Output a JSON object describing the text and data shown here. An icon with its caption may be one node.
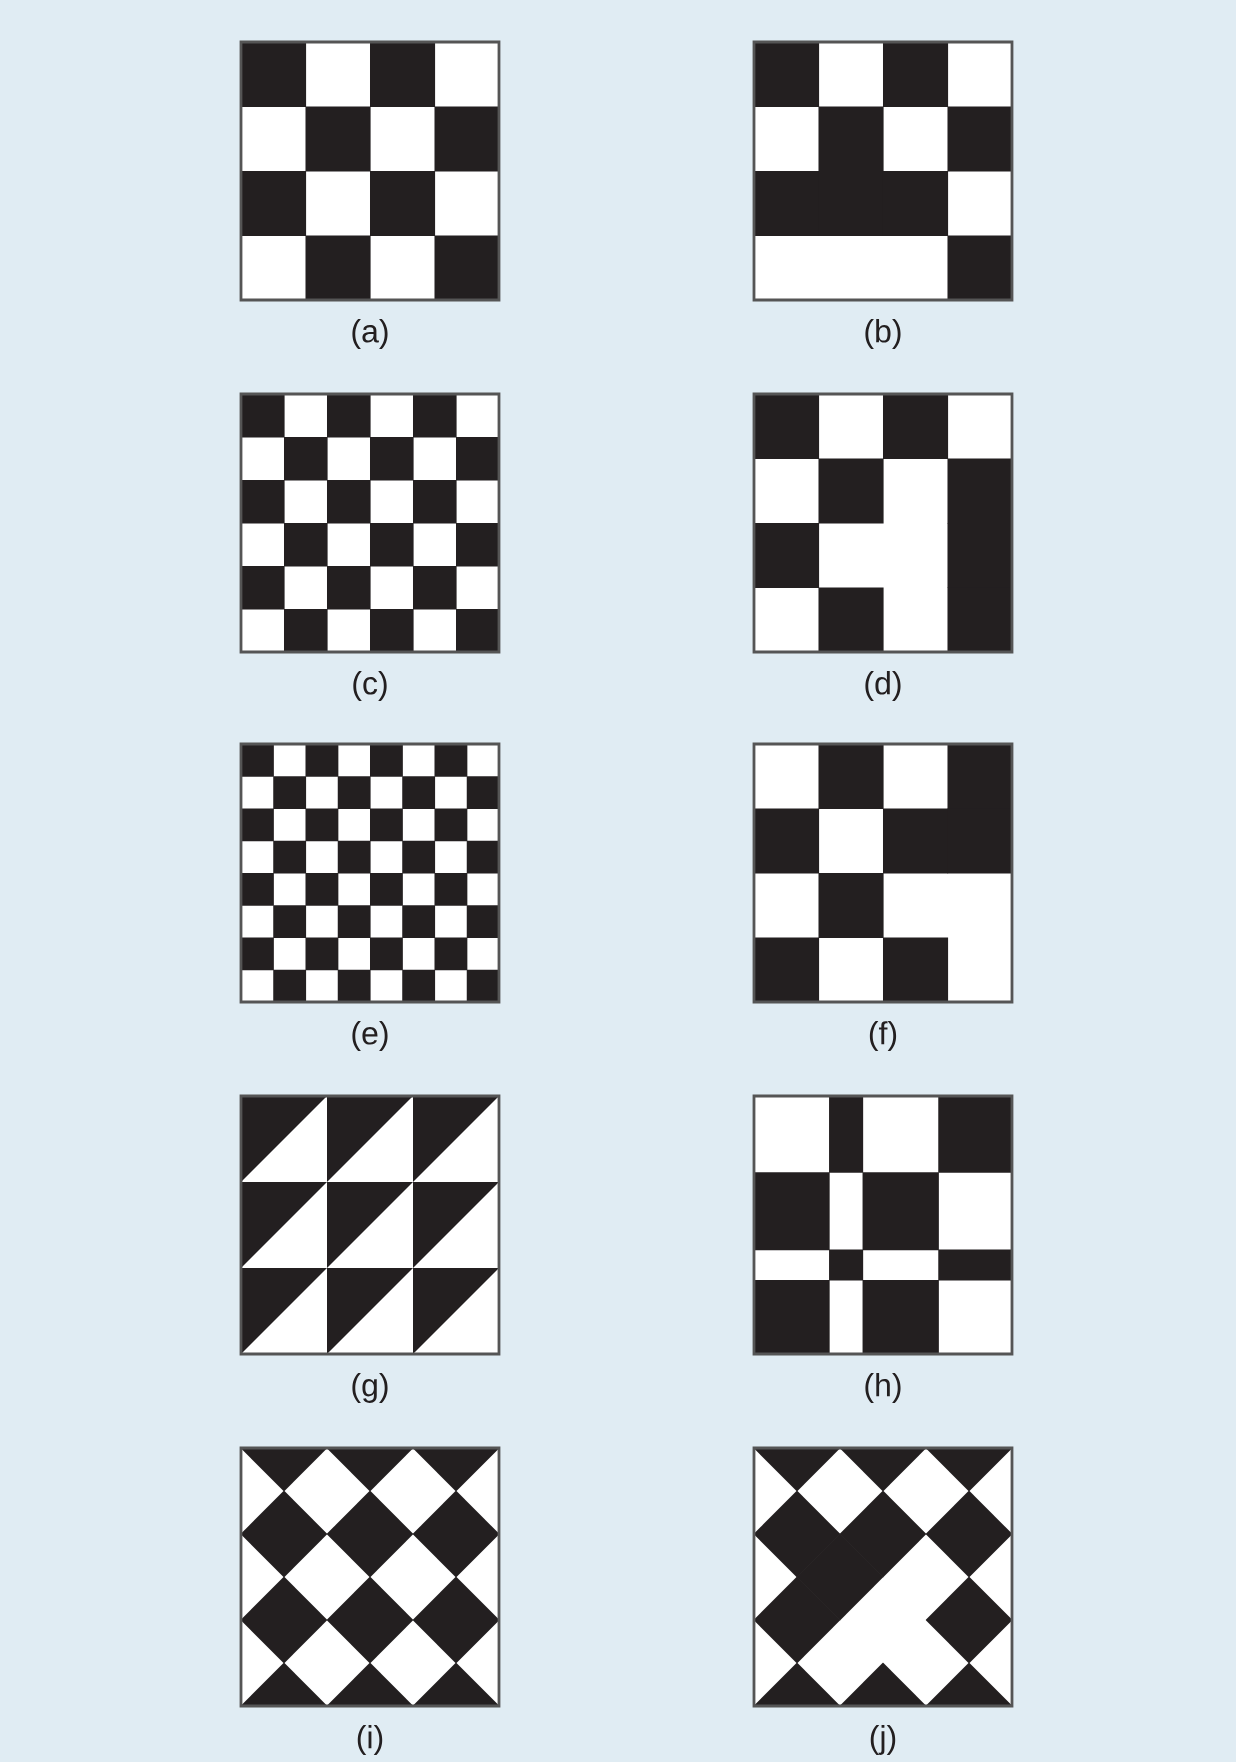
{
  "diagram": {
    "labels": [
      "(a)",
      "(b)",
      "(c)",
      "(d)",
      "(e)",
      "(f)",
      "(g)",
      "(h)",
      "(i)",
      "(j)"
    ]
  }
}
